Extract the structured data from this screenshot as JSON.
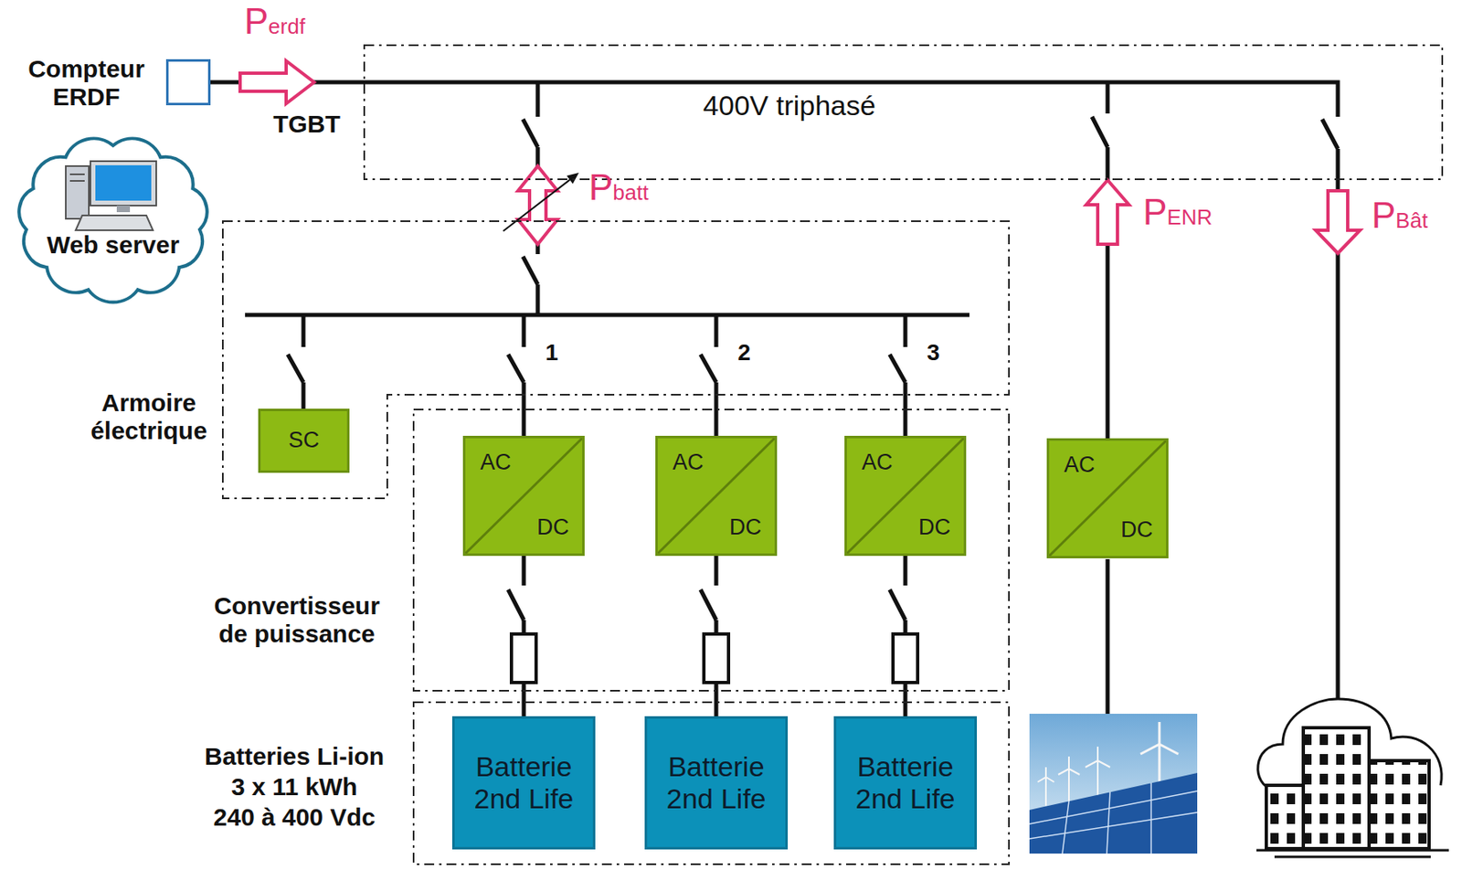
{
  "diagram": {
    "nodes": [
      {
        "text": [
          "Compteur ERDF"
        ]
      },
      {
        "text": [
          "TGBT"
        ]
      },
      {
        "text": [
          "Web server"
        ]
      },
      {
        "text": [
          "Armoire électrique"
        ]
      },
      {
        "text": [
          "SC"
        ],
        "in": 3
      },
      {
        "text": [
          "Convertisseur de puissance"
        ]
      },
      {
        "text": [
          "AC",
          "DC"
        ],
        "in": 5
      },
      {
        "text": [
          "AC",
          "DC"
        ],
        "in": 5
      },
      {
        "text": [
          "AC",
          "DC"
        ],
        "in": 5
      },
      {
        "text": [
          "AC",
          "DC"
        ]
      },
      {
        "text": [
          "Batteries Li-ion",
          "3 x 11 kWh",
          "240 à 400 Vdc"
        ]
      },
      {
        "text": [
          "Batterie 2nd Life"
        ],
        "in": 10
      },
      {
        "text": [
          "Batterie 2nd Life"
        ],
        "in": 10
      },
      {
        "text": [
          "Batterie 2nd Life"
        ],
        "in": 10
      }
    ],
    "edges": [
      {
        "from": 0,
        "to": 1,
        "arrow": "none"
      },
      {
        "from": 1,
        "to": 3,
        "arrow": "none"
      },
      {
        "from": 1,
        "to": 9,
        "arrow": "none"
      },
      {
        "from": 3,
        "to": 6,
        "arrow": "none"
      },
      {
        "from": 3,
        "to": 7,
        "arrow": "none"
      },
      {
        "from": 3,
        "to": 8,
        "arrow": "none"
      },
      {
        "from": 6,
        "to": 11,
        "arrow": "none"
      },
      {
        "from": 7,
        "to": 12,
        "arrow": "none"
      },
      {
        "from": 8,
        "to": 13,
        "arrow": "none"
      }
    ],
    "labels": [
      "Perdf",
      "Pbatt",
      "PENR",
      "PBât",
      "400V triphasé",
      "1",
      "2",
      "3"
    ]
  }
}
